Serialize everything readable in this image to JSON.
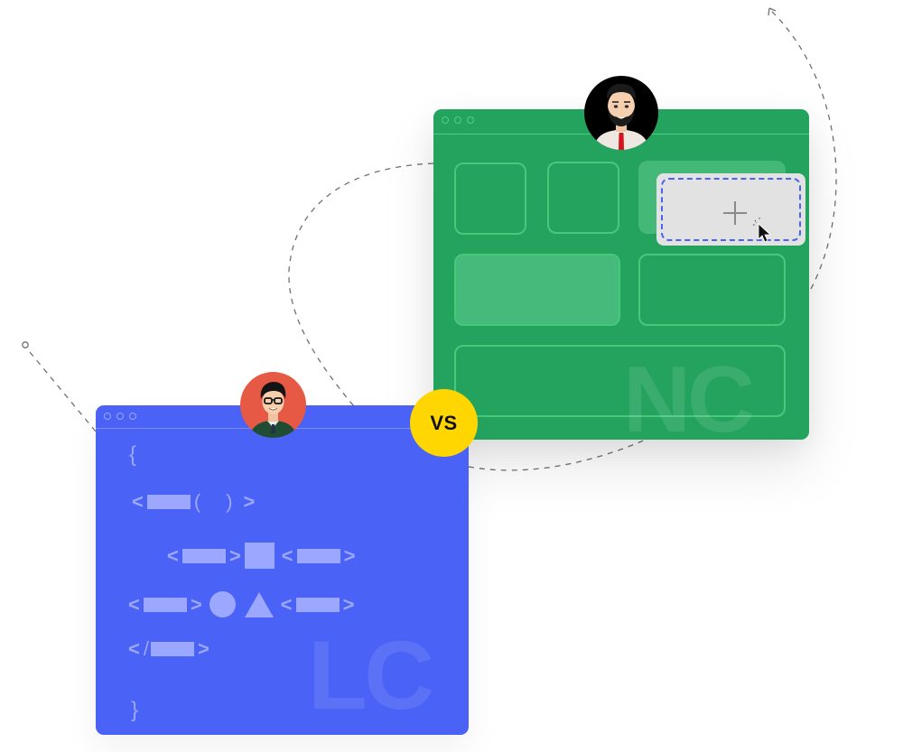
{
  "scene": {
    "description": "Low-code vs No-code comparison illustration",
    "colors": {
      "background": "#ffffff",
      "no_code_window": "#24a35e",
      "low_code_window": "#4a62f5",
      "vs_badge": "#ffd600",
      "drop_zone_border": "#4a62f0",
      "connector_line": "#707070"
    }
  },
  "no_code_window": {
    "watermark": "NC",
    "titlebar_dots": 3,
    "tiles": [
      {
        "name": "tile-1",
        "style": "outline"
      },
      {
        "name": "tile-2",
        "style": "outline"
      },
      {
        "name": "tile-3",
        "style": "ghost"
      },
      {
        "name": "tile-4",
        "style": "filled"
      },
      {
        "name": "tile-5",
        "style": "outline"
      },
      {
        "name": "tile-6",
        "style": "outline"
      }
    ],
    "drop_zone": {
      "icon": "plus-icon",
      "cursor": "arrow-cursor-icon"
    },
    "avatar": {
      "description": "bearded man with red tie",
      "bg": "#000000"
    }
  },
  "low_code_window": {
    "watermark": "LC",
    "titlebar_dots": 3,
    "code_lines": [
      {
        "open_brace": "{"
      },
      {
        "lt": "<",
        "lparen": "(",
        "rparen": ")",
        "gt": ">"
      },
      {
        "lt1": "<",
        "gt1": ">",
        "lt2": "<",
        "gt2": ">"
      },
      {
        "lt1": "<",
        "gt1": ">",
        "lt2": "<",
        "gt2": ">"
      },
      {
        "lt": "<",
        "slash": "/",
        "gt": ">"
      },
      {
        "close_brace": "}"
      }
    ],
    "avatar": {
      "description": "man with glasses and green sweater",
      "bg": "#e65a45"
    }
  },
  "vs_badge": {
    "label": "VS"
  }
}
